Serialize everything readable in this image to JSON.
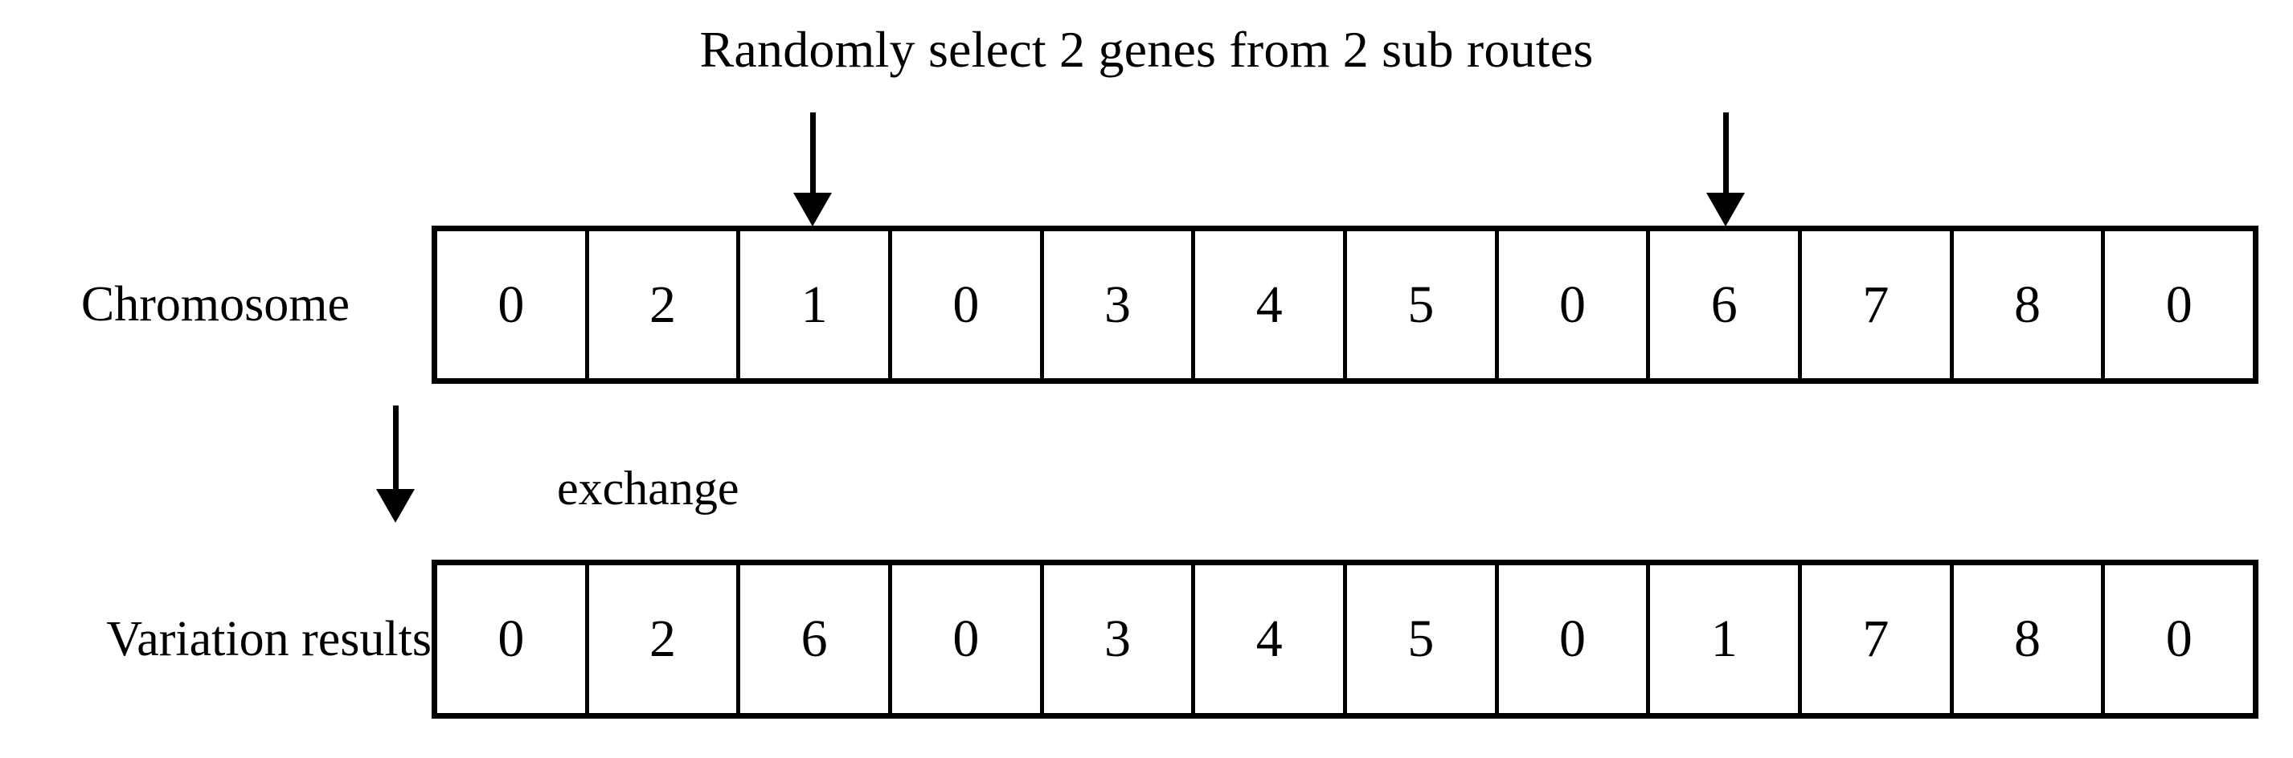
{
  "diagram": {
    "title": "Randomly select 2 genes from 2 sub routes",
    "operation_label": "exchange"
  },
  "rows": [
    {
      "label": "Chromosome",
      "genes": [
        "0",
        "2",
        "1",
        "0",
        "3",
        "4",
        "5",
        "0",
        "6",
        "7",
        "8",
        "0"
      ]
    },
    {
      "label": "Variation results",
      "genes": [
        "0",
        "2",
        "6",
        "0",
        "3",
        "4",
        "5",
        "0",
        "1",
        "7",
        "8",
        "0"
      ]
    }
  ],
  "markers": {
    "selected_gene_indices": [
      2,
      8
    ],
    "selected_gene_values": [
      "1",
      "6"
    ]
  },
  "colors": {
    "stroke": "#000000",
    "background": "#ffffff",
    "text": "#000000"
  }
}
